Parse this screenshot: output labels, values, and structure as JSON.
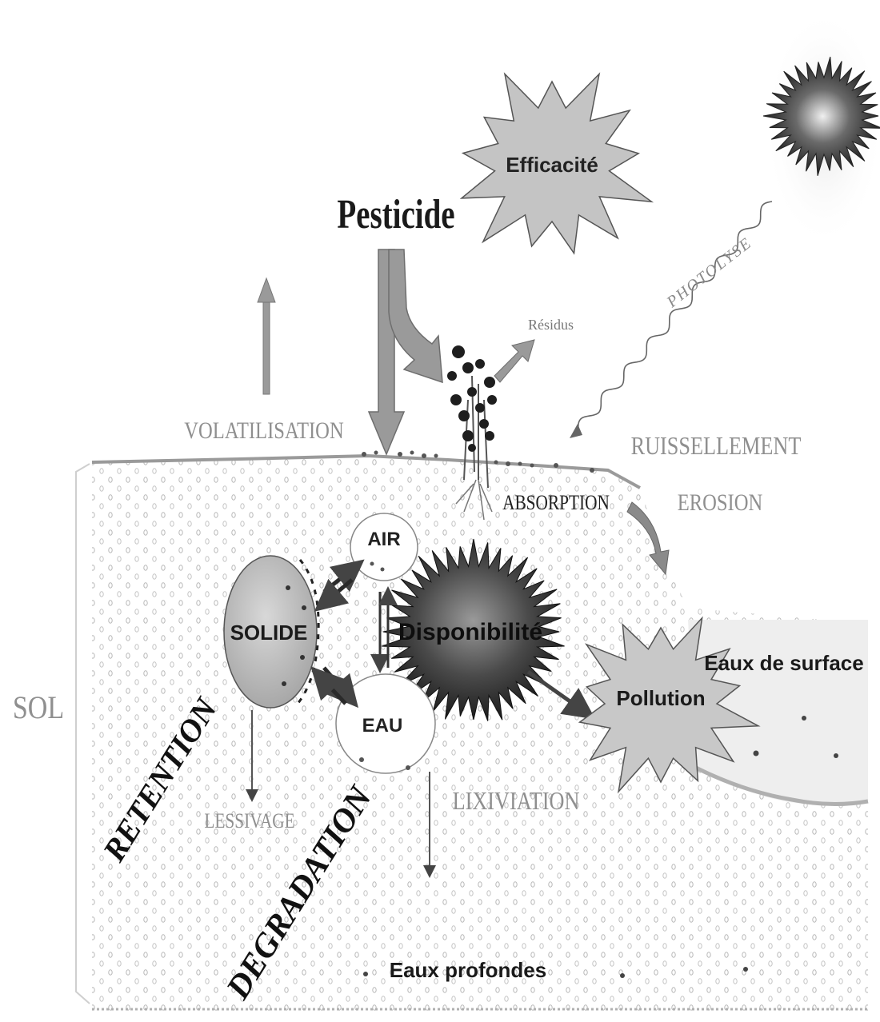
{
  "labels": {
    "pesticide": "Pesticide",
    "efficacite": "Efficacité",
    "photolyse": "PHOTOLYSE",
    "residus": "Résidus",
    "volatilisation": "VOLATILISATION",
    "ruissellement": "RUISSELLEMENT",
    "erosion": "EROSION",
    "absorption": "ABSORPTION",
    "air": "AIR",
    "solide": "SOLIDE",
    "disponibilite": "Disponibilité",
    "eau": "EAU",
    "pollution": "Pollution",
    "eaux_surface": "Eaux de surface",
    "sol": "SOL",
    "retention": "RETENTION",
    "lessivage": "LESSIVAGE",
    "degradation": "DEGRADATION",
    "lixiviation": "LIXIVIATION",
    "eaux_profondes": "Eaux profondes"
  },
  "colors": {
    "soil_dots": "#b8b8b8",
    "arrow_gray": "#8a8a8a",
    "star_fill": "#c8c8c8",
    "dark_star": "#3a3a3a",
    "text_dark": "#111111",
    "text_light": "#8f8f8f"
  }
}
